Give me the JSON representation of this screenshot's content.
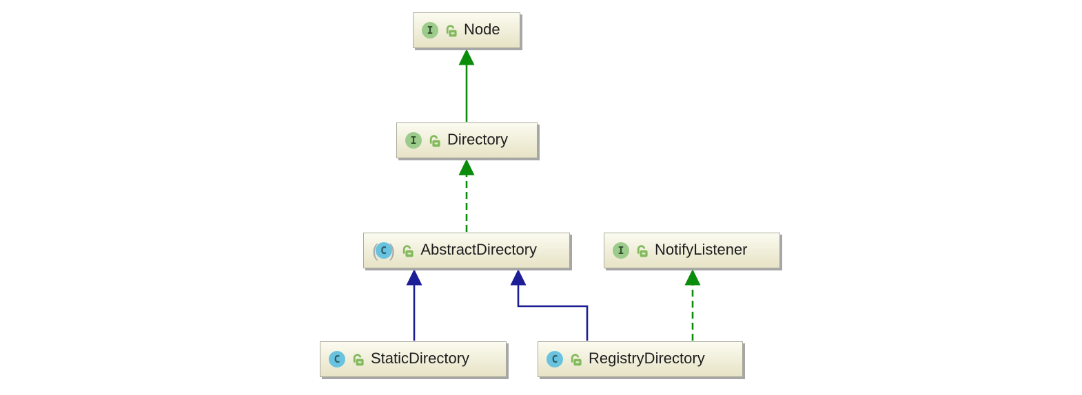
{
  "diagram": {
    "type": "uml-class-diagram",
    "nodes": [
      {
        "id": "Node",
        "label": "Node",
        "stereotype": "interface",
        "visibility": "public",
        "icon_letter": "I"
      },
      {
        "id": "Directory",
        "label": "Directory",
        "stereotype": "interface",
        "visibility": "public",
        "icon_letter": "I"
      },
      {
        "id": "AbstractDirectory",
        "label": "AbstractDirectory",
        "stereotype": "abstract-class",
        "visibility": "public",
        "icon_letter": "C"
      },
      {
        "id": "NotifyListener",
        "label": "NotifyListener",
        "stereotype": "interface",
        "visibility": "public",
        "icon_letter": "I"
      },
      {
        "id": "StaticDirectory",
        "label": "StaticDirectory",
        "stereotype": "class",
        "visibility": "public",
        "icon_letter": "C"
      },
      {
        "id": "RegistryDirectory",
        "label": "RegistryDirectory",
        "stereotype": "class",
        "visibility": "public",
        "icon_letter": "C"
      }
    ],
    "edges": [
      {
        "from": "Directory",
        "to": "Node",
        "relation": "extends",
        "line": "solid",
        "color": "#0b8d0b"
      },
      {
        "from": "AbstractDirectory",
        "to": "Directory",
        "relation": "implements",
        "line": "dashed",
        "color": "#0b8d0b"
      },
      {
        "from": "StaticDirectory",
        "to": "AbstractDirectory",
        "relation": "extends",
        "line": "solid",
        "color": "#1d1d96"
      },
      {
        "from": "RegistryDirectory",
        "to": "AbstractDirectory",
        "relation": "extends",
        "line": "solid",
        "color": "#1d1d96"
      },
      {
        "from": "RegistryDirectory",
        "to": "NotifyListener",
        "relation": "implements",
        "line": "dashed",
        "color": "#0b8d0b"
      }
    ],
    "colors": {
      "canvas_background": "#ffffff",
      "node_fill_top": "#fbfbf0",
      "node_fill_bottom": "#e7e3c6",
      "node_border": "#a9a99c",
      "node_shadow": "#a6a6a6",
      "label_text": "#1c1c1c",
      "interface_icon_green": "#9ccb8c",
      "class_icon_blue": "#69c3de",
      "lock_icon_green": "#83b95c",
      "lock_icon_slot": "#d9e9c2",
      "arrow_green": "#0b8d0b",
      "arrow_navy": "#1d1d96"
    }
  }
}
